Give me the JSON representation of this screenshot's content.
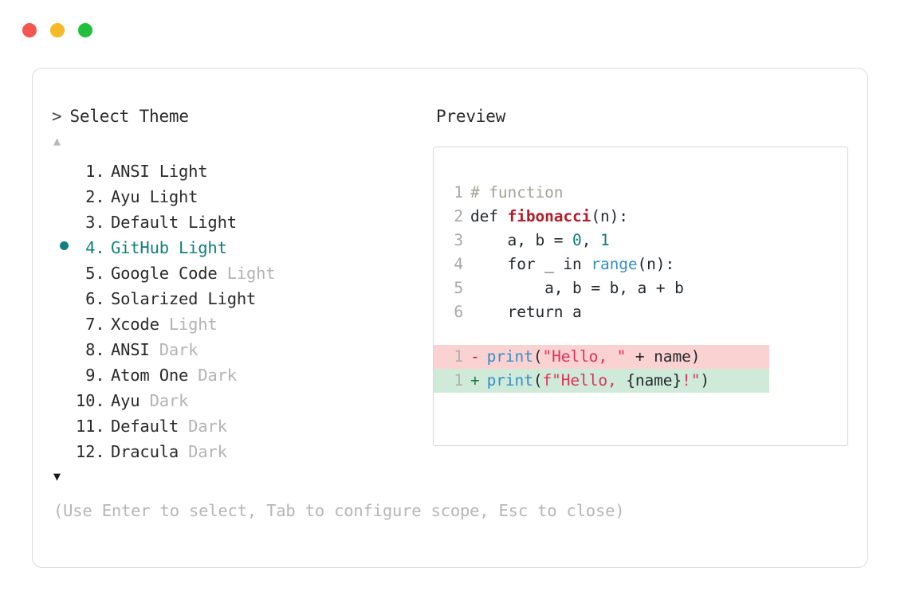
{
  "window": {
    "controls": [
      {
        "name": "close",
        "color": "#f2564f"
      },
      {
        "name": "minimize",
        "color": "#f5ba23"
      },
      {
        "name": "maximize",
        "color": "#22bf3d"
      }
    ]
  },
  "picker": {
    "caret": ">",
    "prompt": "Select Theme",
    "scroll_up": "▲",
    "scroll_down": "▼",
    "selected_index": 4,
    "items": [
      {
        "num": " 1.",
        "name": "ANSI",
        "variant": "Light",
        "variant_dim": false,
        "selected": false
      },
      {
        "num": " 2.",
        "name": "Ayu",
        "variant": "Light",
        "variant_dim": false,
        "selected": false
      },
      {
        "num": " 3.",
        "name": "Default",
        "variant": "Light",
        "variant_dim": false,
        "selected": false
      },
      {
        "num": " 4.",
        "name": "GitHub",
        "variant": "Light",
        "variant_dim": false,
        "selected": true
      },
      {
        "num": " 5.",
        "name": "Google Code",
        "variant": "Light",
        "variant_dim": true,
        "selected": false
      },
      {
        "num": " 6.",
        "name": "Solarized",
        "variant": "Light",
        "variant_dim": false,
        "selected": false
      },
      {
        "num": " 7.",
        "name": "Xcode",
        "variant": "Light",
        "variant_dim": true,
        "selected": false
      },
      {
        "num": " 8.",
        "name": "ANSI",
        "variant": "Dark",
        "variant_dim": true,
        "selected": false
      },
      {
        "num": " 9.",
        "name": "Atom One",
        "variant": "Dark",
        "variant_dim": true,
        "selected": false
      },
      {
        "num": "10.",
        "name": "Ayu",
        "variant": "Dark",
        "variant_dim": true,
        "selected": false
      },
      {
        "num": "11.",
        "name": "Default",
        "variant": "Dark",
        "variant_dim": true,
        "selected": false
      },
      {
        "num": "12.",
        "name": "Dracula",
        "variant": "Dark",
        "variant_dim": true,
        "selected": false
      }
    ]
  },
  "preview": {
    "label": "Preview",
    "code_lines": [
      {
        "ln": "1",
        "tokens": [
          {
            "t": "# function",
            "c": "t-comment"
          }
        ]
      },
      {
        "ln": "2",
        "tokens": [
          {
            "t": "def ",
            "c": "t-def"
          },
          {
            "t": "fibonacci",
            "c": "t-fn"
          },
          {
            "t": "(n):",
            "c": "t-plain"
          }
        ]
      },
      {
        "ln": "3",
        "tokens": [
          {
            "t": "    a, b = ",
            "c": "t-plain"
          },
          {
            "t": "0",
            "c": "t-num"
          },
          {
            "t": ", ",
            "c": "t-plain"
          },
          {
            "t": "1",
            "c": "t-num"
          }
        ]
      },
      {
        "ln": "4",
        "tokens": [
          {
            "t": "    for _ in ",
            "c": "t-plain"
          },
          {
            "t": "range",
            "c": "t-builtin"
          },
          {
            "t": "(n):",
            "c": "t-plain"
          }
        ]
      },
      {
        "ln": "5",
        "tokens": [
          {
            "t": "        a, b = b, a + b",
            "c": "t-plain"
          }
        ]
      },
      {
        "ln": "6",
        "tokens": [
          {
            "t": "    return a",
            "c": "t-plain"
          }
        ]
      }
    ],
    "diff_lines": [
      {
        "ln": "1",
        "sign": "-",
        "kind": "del",
        "tokens": [
          {
            "t": "print",
            "c": "t-builtin"
          },
          {
            "t": "(",
            "c": "t-plain"
          },
          {
            "t": "\"Hello, \"",
            "c": "t-str"
          },
          {
            "t": " + name)",
            "c": "t-plain"
          }
        ]
      },
      {
        "ln": "1",
        "sign": "+",
        "kind": "add",
        "tokens": [
          {
            "t": "print",
            "c": "t-builtin"
          },
          {
            "t": "(",
            "c": "t-plain"
          },
          {
            "t": "f\"Hello, ",
            "c": "t-strf"
          },
          {
            "t": "{name}",
            "c": "t-plain"
          },
          {
            "t": "!\"",
            "c": "t-strf"
          },
          {
            "t": ")",
            "c": "t-plain"
          }
        ]
      }
    ]
  },
  "footer": {
    "hint": "(Use Enter to select, Tab to configure scope, Esc to close)"
  },
  "colors": {
    "accent_selected": "#10807c",
    "diff_add_bg": "#cfead9",
    "diff_del_bg": "#fbd2d2",
    "dim_text": "#b4b4b4",
    "card_border": "#dcdcdc"
  }
}
